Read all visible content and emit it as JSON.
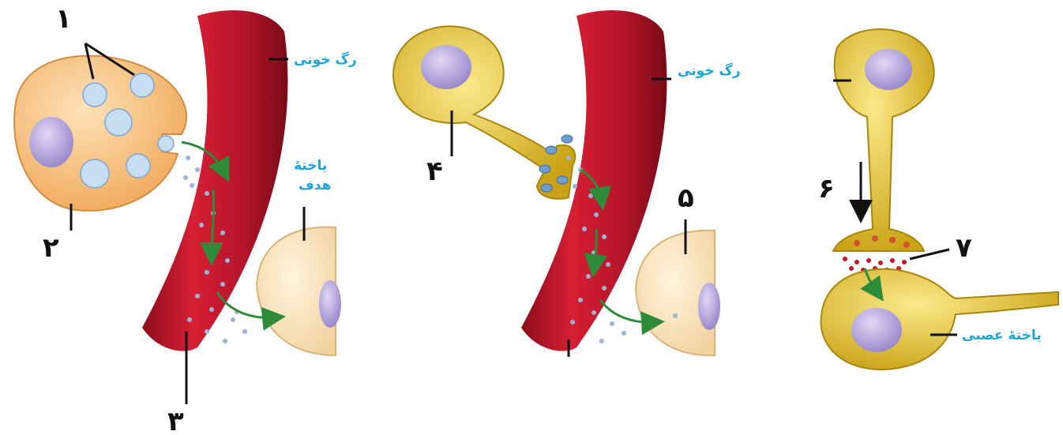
{
  "numbers": {
    "n1": "۱",
    "n2": "۲",
    "n3": "۳",
    "n4": "۴",
    "n5": "۵",
    "n6": "۶",
    "n7": "۷"
  },
  "labels": {
    "vessel_a": "رگ خونی",
    "vessel_b": "رگ خونی",
    "target_line1": "یاختهٔ",
    "target_line2": "هدف",
    "nerve_cell": "یاختهٔ عصبی"
  },
  "colors": {
    "vessel": "#c4172c",
    "vessel_dark": "#8e0c1d",
    "gland_cell": "#f7c98e",
    "neuron": "#e8c43a",
    "target_cell": "#f9e5c2",
    "nucleus": "#a99ad6",
    "arrow": "#2e8b3a",
    "label": "#1ba6d8"
  }
}
